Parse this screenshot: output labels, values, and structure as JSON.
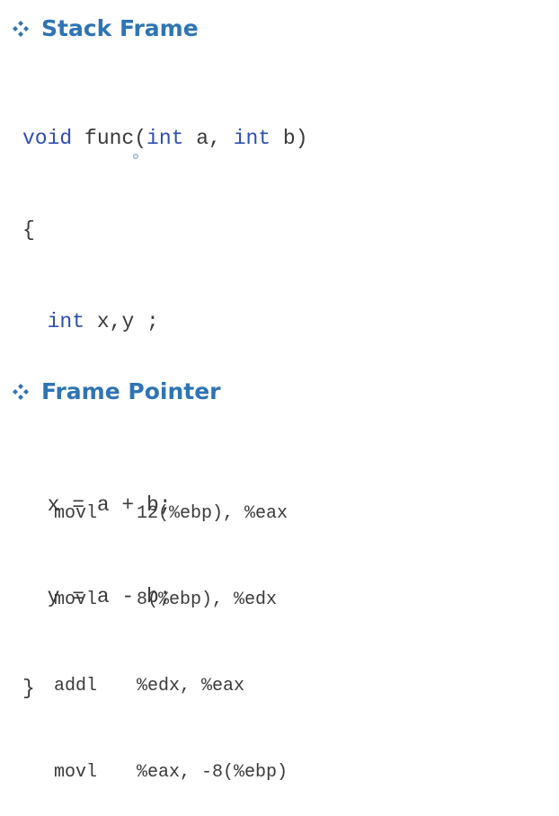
{
  "colors": {
    "heading": "#2e74b5",
    "keyword": "#2e4fb0",
    "code_text": "#3a3a3a"
  },
  "sections": [
    {
      "icon": "four-diamond-bullet-icon",
      "title": "Stack Frame"
    },
    {
      "icon": "four-diamond-bullet-icon",
      "title": "Frame Pointer"
    }
  ],
  "source_code": {
    "lines": [
      {
        "kw1": "void",
        "t1": " func(",
        "kw2": "int",
        "t2": " a, ",
        "kw3": "int",
        "t3": " b)"
      },
      {
        "t": "{"
      },
      {
        "indent": "  ",
        "kw": "int",
        "t": " x,y ;"
      },
      {
        "t": ""
      },
      {
        "t": "  x = a + b;"
      },
      {
        "t": "  y = a - b;"
      },
      {
        "t": "}"
      }
    ]
  },
  "assembly": [
    {
      "op": "movl",
      "args": "12(%ebp), %eax"
    },
    {
      "op": "movl",
      "args": "8(%ebp), %edx"
    },
    {
      "op": "addl",
      "args": "%edx, %eax"
    },
    {
      "op": "movl",
      "args": "%eax, -8(%ebp)"
    }
  ]
}
